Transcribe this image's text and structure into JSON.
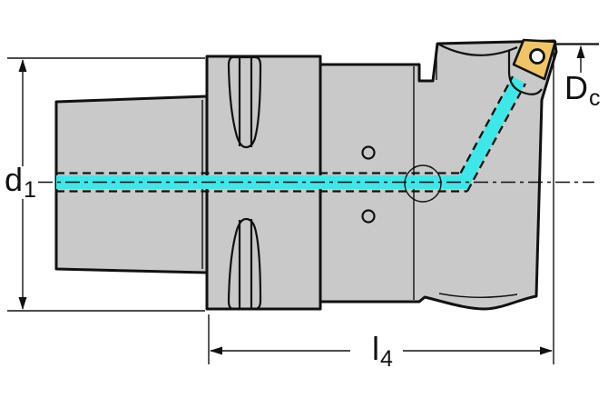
{
  "diagram": {
    "labels": {
      "d1": {
        "base": "d",
        "sub": "1"
      },
      "l4": {
        "base": "l",
        "sub": "4"
      },
      "dc": {
        "base": "D",
        "sub": "c"
      }
    },
    "colors": {
      "body": "#c9c9c9",
      "outline": "#111111",
      "coolant": "#3fe8e8",
      "insert": "#efc566",
      "background": "#ffffff"
    }
  }
}
